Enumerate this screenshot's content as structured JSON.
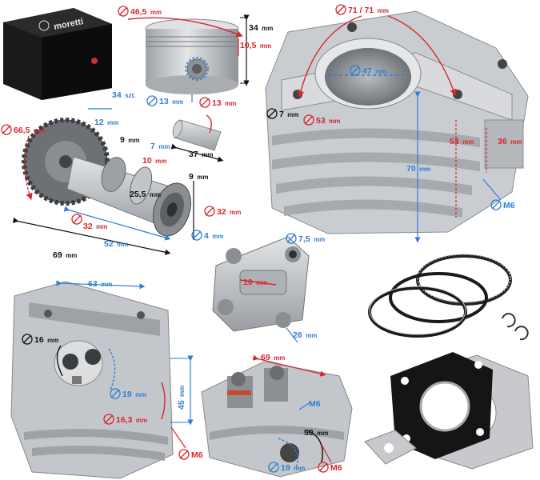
{
  "brand": {
    "name": "moretti"
  },
  "colors": {
    "red": "#d8262e",
    "blue": "#2e7fd6",
    "black": "#111111",
    "metal": "#c9ccd0"
  },
  "dims": {
    "piston_diameter": {
      "value": "46,5",
      "unit": "mm"
    },
    "piston_height": {
      "value": "34",
      "unit": "mm"
    },
    "piston_compression": {
      "value": "10,5",
      "unit": "mm"
    },
    "piston_pin_hole": {
      "value": "13",
      "unit": "mm"
    },
    "pin_diameter": {
      "value": "13",
      "unit": "mm"
    },
    "pin_length": {
      "value": "37",
      "unit": "mm"
    },
    "sprocket_teeth": {
      "value": "34",
      "unit": "szt."
    },
    "sprocket_diameter": {
      "value": "66,5",
      "unit": "mm"
    },
    "cam_12": {
      "value": "12",
      "unit": "mm"
    },
    "cam_9a": {
      "value": "9",
      "unit": "mm"
    },
    "cam_7": {
      "value": "7",
      "unit": "mm"
    },
    "cam_10": {
      "value": "10",
      "unit": "mm"
    },
    "cam_25_5": {
      "value": "25,5",
      "unit": "mm"
    },
    "cam_9b": {
      "value": "9",
      "unit": "mm"
    },
    "cam_bearing_32a": {
      "value": "32",
      "unit": "mm"
    },
    "cam_bearing_32b": {
      "value": "32",
      "unit": "mm"
    },
    "cam_4": {
      "value": "4",
      "unit": "mm"
    },
    "cam_52": {
      "value": "52",
      "unit": "mm"
    },
    "cam_69": {
      "value": "69",
      "unit": "mm"
    },
    "cyl_bolt_spacing": {
      "value": "71 / 71",
      "unit": "mm"
    },
    "cyl_bore": {
      "value": "47",
      "unit": "mm"
    },
    "cyl_stud_hole": {
      "value": "7",
      "unit": "mm"
    },
    "cyl_spigot": {
      "value": "53",
      "unit": "mm"
    },
    "cyl_height": {
      "value": "70",
      "unit": "mm"
    },
    "cyl_53": {
      "value": "53",
      "unit": "mm"
    },
    "cyl_36": {
      "value": "36",
      "unit": "mm"
    },
    "cyl_thread": {
      "value": "M6",
      "unit": ""
    },
    "rocker_7_5": {
      "value": "7,5",
      "unit": "mm"
    },
    "rocker_10": {
      "value": "10",
      "unit": "mm"
    },
    "rocker_26": {
      "value": "26",
      "unit": "mm"
    },
    "head_63": {
      "value": "63",
      "unit": "mm"
    },
    "head_16": {
      "value": "16",
      "unit": "mm"
    },
    "head_19a": {
      "value": "19",
      "unit": "mm"
    },
    "head_45": {
      "value": "45",
      "unit": "mm"
    },
    "head_16_3": {
      "value": "16,3",
      "unit": "mm"
    },
    "head_m6a": {
      "value": "M6",
      "unit": ""
    },
    "head2_69": {
      "value": "69",
      "unit": "mm"
    },
    "head2_m6": {
      "value": "M6",
      "unit": ""
    },
    "head2_50": {
      "value": "50",
      "unit": "mm"
    },
    "head2_19": {
      "value": "19",
      "unit": "mm"
    },
    "head2_m6b": {
      "value": "M6",
      "unit": ""
    }
  }
}
